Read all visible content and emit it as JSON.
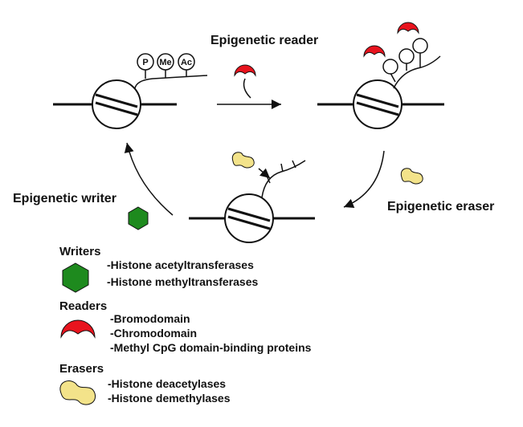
{
  "labels": {
    "reader": "Epigenetic reader",
    "writer": "Epigenetic writer",
    "eraser": "Epigenetic eraser"
  },
  "marks": {
    "p": "P",
    "me": "Me",
    "ac": "Ac"
  },
  "legend": {
    "writers": {
      "heading": "Writers",
      "items": [
        "-Histone acetyltransferases",
        "-Histone methyltransferases"
      ]
    },
    "readers": {
      "heading": "Readers",
      "items": [
        "-Bromodomain",
        "-Chromodomain",
        "-Methyl CpG domain-binding proteins"
      ]
    },
    "erasers": {
      "heading": "Erasers",
      "items": [
        "-Histone deacetylases",
        "-Histone demethylases"
      ]
    }
  },
  "colors": {
    "writer": "#1e8a1e",
    "reader": "#e8141e",
    "eraser": "#f3e38a"
  },
  "icons": {
    "writer": "green-hexagon-icon",
    "reader": "red-crescent-icon",
    "eraser": "yellow-peanut-icon"
  }
}
